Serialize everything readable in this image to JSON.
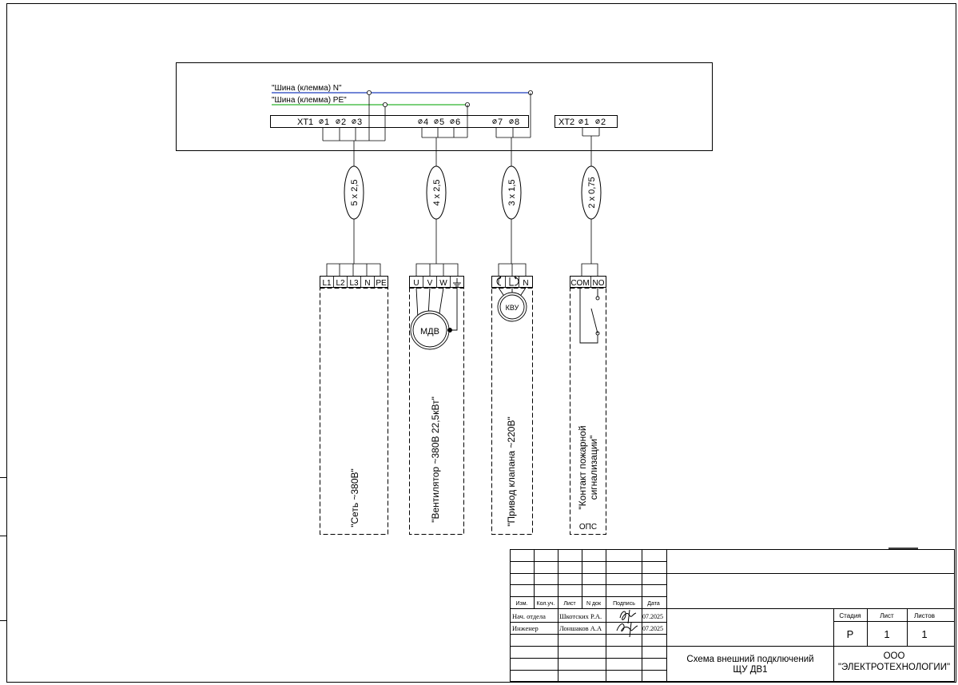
{
  "buses": {
    "n_label": "\"Шина (клемма) N\"",
    "pe_label": "\"Шина (клемма) PE\"",
    "n_color": "#1f3fbf",
    "pe_color": "#2fb52f"
  },
  "xt1": {
    "name": "XT1",
    "terminals": [
      "1",
      "2",
      "3",
      "4",
      "5",
      "6",
      "7",
      "8"
    ]
  },
  "xt2": {
    "name": "XT2",
    "terminals": [
      "1",
      "2"
    ]
  },
  "cables": [
    {
      "spec": "5 x 2,5"
    },
    {
      "spec": "4 x 2,5"
    },
    {
      "spec": "3 x 1,5"
    },
    {
      "spec": "2 x 0,75"
    }
  ],
  "devices": {
    "network": {
      "terminals": [
        "L1",
        "L2",
        "L3",
        "N",
        "PE"
      ],
      "label": "\"Сеть ~380В\""
    },
    "fan": {
      "terminals": [
        "U",
        "V",
        "W"
      ],
      "motor": "МДВ",
      "label": "\"Вентилятор ~380В 22,5кВт\""
    },
    "valve": {
      "terminals": [
        "N"
      ],
      "actuator": "КВУ",
      "label": "\"Привод клапана ~220В\""
    },
    "fire": {
      "terminals": [
        "COM",
        "NO"
      ],
      "label_line1": "\"Контакт пожарной",
      "label_line2": "сигнализации\"",
      "code": "ОПС"
    }
  },
  "title_block": {
    "col_headers": [
      "Изм.",
      "Кол.уч.",
      "Лист",
      "N док",
      "Подпись",
      "Дата"
    ],
    "people": [
      {
        "role": "Нач. отдела",
        "name": "Шкотских Р.А.",
        "date": "07.2025"
      },
      {
        "role": "Инженер",
        "name": "Лоншаков А.А",
        "date": "07.2025"
      }
    ],
    "stage_header": "Стадия",
    "sheet_header": "Лист",
    "sheets_header": "Листов",
    "stage": "Р",
    "sheet": "1",
    "sheets": "1",
    "doc_title_line1": "Схема внешний подключений",
    "doc_title_line2": "ЩУ ДВ1",
    "org_line1": "ООО",
    "org_line2": "\"ЭЛЕКТРОТЕХНОЛОГИИ\""
  }
}
